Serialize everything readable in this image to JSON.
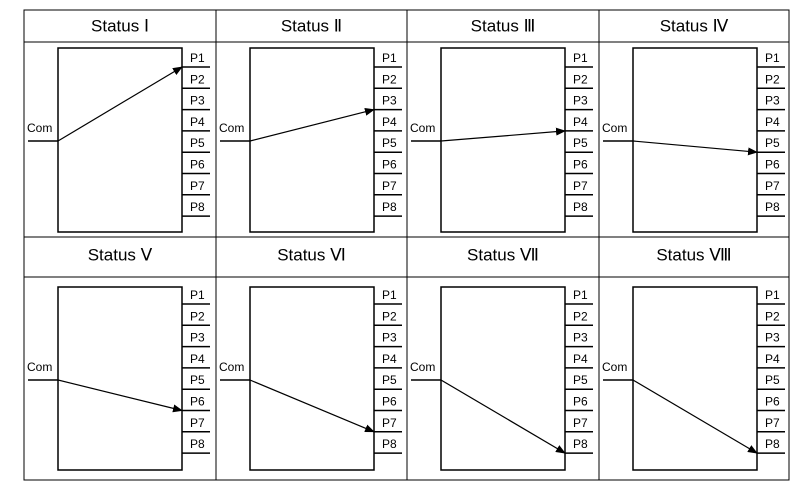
{
  "panels": [
    {
      "title": "Status Ⅰ",
      "target": "P1"
    },
    {
      "title": "Status Ⅱ",
      "target": "P3"
    },
    {
      "title": "Status Ⅲ",
      "target": "P4"
    },
    {
      "title": "Status Ⅳ",
      "target": "P5"
    },
    {
      "title": "Status Ⅴ",
      "target": "P6"
    },
    {
      "title": "Status Ⅵ",
      "target": "P7"
    },
    {
      "title": "Status Ⅶ",
      "target": "P8"
    },
    {
      "title": "Status Ⅷ",
      "target": "P8"
    }
  ],
  "pin_labels": [
    "P1",
    "P2",
    "P3",
    "P4",
    "P5",
    "P6",
    "P7",
    "P8"
  ],
  "com_label": "Com",
  "colors": {
    "line": "#000000",
    "background": "#ffffff"
  }
}
